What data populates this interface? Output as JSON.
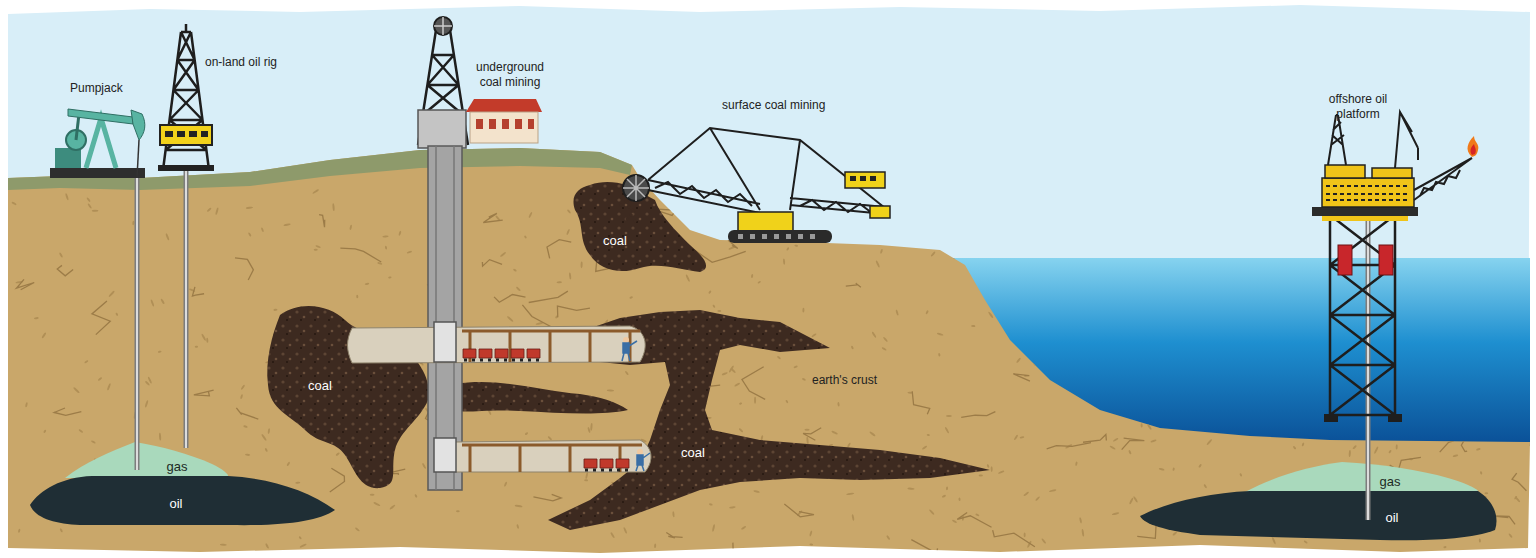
{
  "diagram": {
    "nodes": [
      {
        "text": [
          "coal"
        ]
      },
      {
        "text": [
          "coal"
        ]
      },
      {
        "text": [
          "coal"
        ]
      },
      {
        "text": [
          "gas"
        ]
      },
      {
        "text": [
          "oil"
        ]
      },
      {
        "text": [
          "gas"
        ]
      },
      {
        "text": [
          "oil"
        ]
      }
    ],
    "labels": [
      "Pumpjack",
      "on-land oil rig",
      "underground coal mining",
      "surface coal mining",
      "offshore oil platform",
      "earth's crust"
    ]
  }
}
